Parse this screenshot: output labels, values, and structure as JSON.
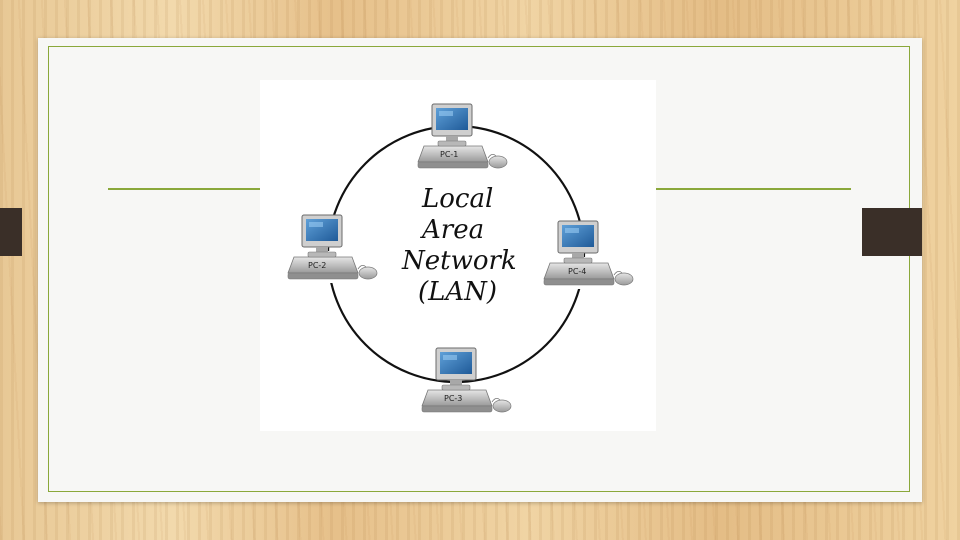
{
  "diagram": {
    "title_lines": [
      "Local",
      "Area",
      "Network",
      "(LAN)"
    ],
    "nodes": [
      {
        "label": "PC-1"
      },
      {
        "label": "PC-2"
      },
      {
        "label": "PC-3"
      },
      {
        "label": "PC-4"
      }
    ]
  },
  "colors": {
    "accent_green": "#8aa83a",
    "tab_dark": "#3a2f28",
    "screen_blue": "#2a6fb0"
  }
}
